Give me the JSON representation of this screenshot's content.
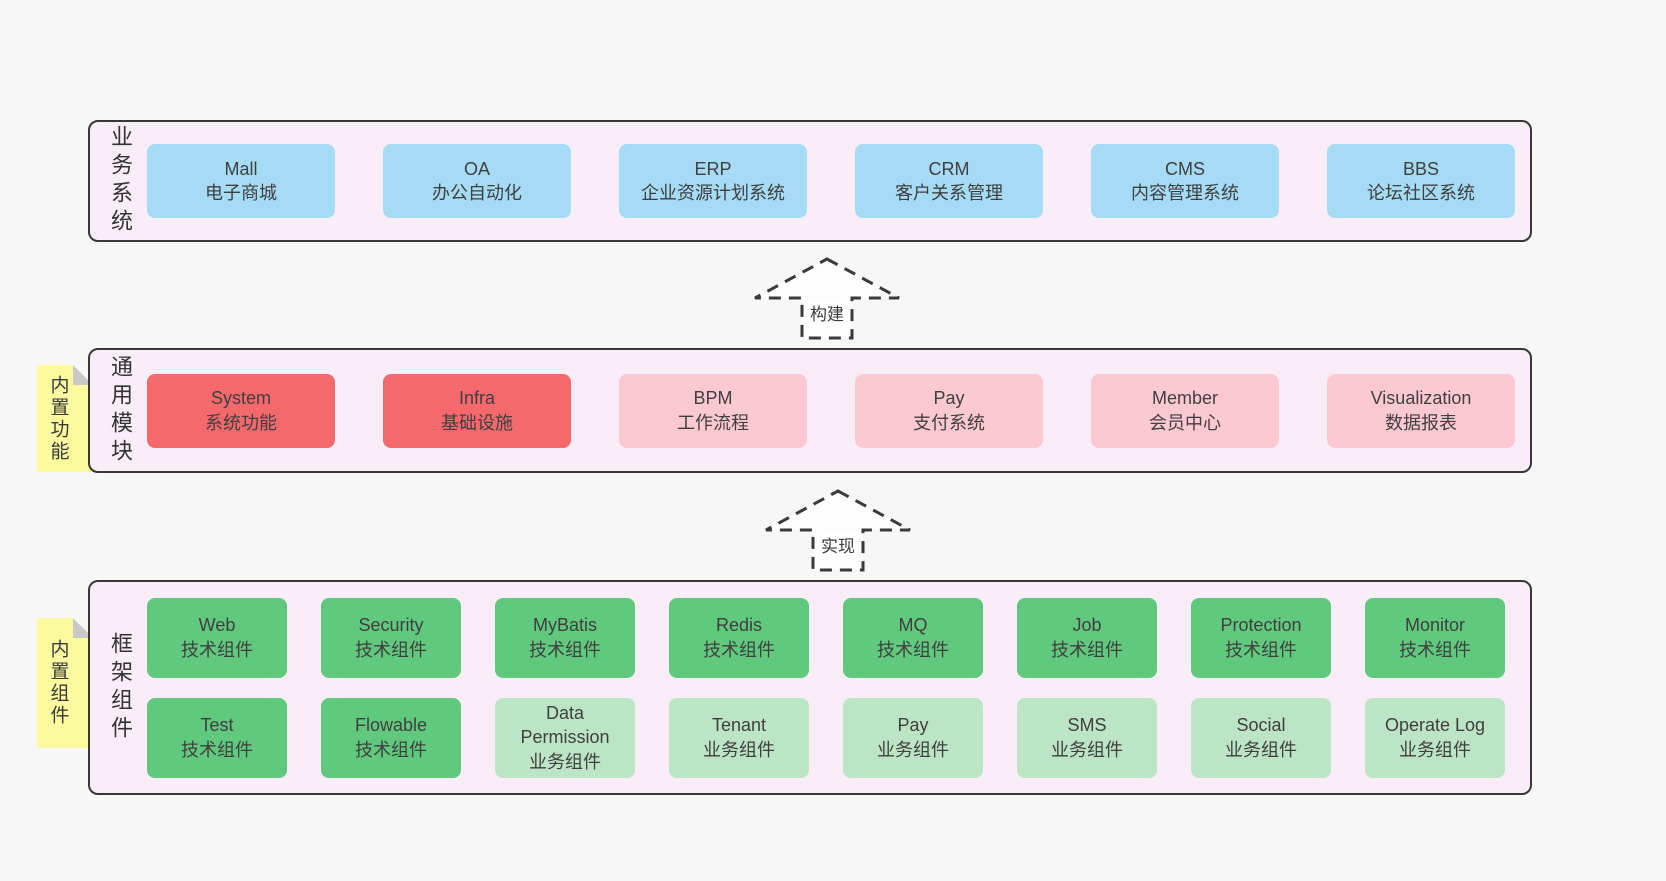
{
  "colors": {
    "background": "#f7f7f7",
    "band_fill": "#f9eef7",
    "band_border": "#383838",
    "blue_node": "#a6dbf5",
    "red_node": "#f5696d",
    "pink_node": "#fcc9d3",
    "green_node": "#61c97d",
    "light_green_node": "#bbe5c4",
    "sticky_yellow": "#fbfa9e",
    "text": "#3a3a3a"
  },
  "bands": {
    "business": {
      "label": "业务系统",
      "boxes": [
        {
          "name": "Mall",
          "desc": "电子商城"
        },
        {
          "name": "OA",
          "desc": "办公自动化"
        },
        {
          "name": "ERP",
          "desc": "企业资源计划系统"
        },
        {
          "name": "CRM",
          "desc": "客户关系管理"
        },
        {
          "name": "CMS",
          "desc": "内容管理系统"
        },
        {
          "name": "BBS",
          "desc": "论坛社区系统"
        }
      ]
    },
    "modules": {
      "label": "通用模块",
      "sticky": "内置功能",
      "boxes": [
        {
          "name": "System",
          "desc": "系统功能",
          "variant": "red"
        },
        {
          "name": "Infra",
          "desc": "基础设施",
          "variant": "red"
        },
        {
          "name": "BPM",
          "desc": "工作流程",
          "variant": "pink"
        },
        {
          "name": "Pay",
          "desc": "支付系统",
          "variant": "pink"
        },
        {
          "name": "Member",
          "desc": "会员中心",
          "variant": "pink"
        },
        {
          "name": "Visualization",
          "desc": "数据报表",
          "variant": "pink"
        }
      ]
    },
    "components": {
      "label": "框架组件",
      "sticky": "内置组件",
      "row1": [
        {
          "name": "Web",
          "desc": "技术组件",
          "variant": "green"
        },
        {
          "name": "Security",
          "desc": "技术组件",
          "variant": "green"
        },
        {
          "name": "MyBatis",
          "desc": "技术组件",
          "variant": "green"
        },
        {
          "name": "Redis",
          "desc": "技术组件",
          "variant": "green"
        },
        {
          "name": "MQ",
          "desc": "技术组件",
          "variant": "green"
        },
        {
          "name": "Job",
          "desc": "技术组件",
          "variant": "green"
        },
        {
          "name": "Protection",
          "desc": "技术组件",
          "variant": "green"
        },
        {
          "name": "Monitor",
          "desc": "技术组件",
          "variant": "green"
        }
      ],
      "row2": [
        {
          "name": "Test",
          "desc": "技术组件",
          "variant": "green"
        },
        {
          "name": "Flowable",
          "desc": "技术组件",
          "variant": "green"
        },
        {
          "name": "Data Permission",
          "desc": "业务组件",
          "variant": "lightgreen"
        },
        {
          "name": "Tenant",
          "desc": "业务组件",
          "variant": "lightgreen"
        },
        {
          "name": "Pay",
          "desc": "业务组件",
          "variant": "lightgreen"
        },
        {
          "name": "SMS",
          "desc": "业务组件",
          "variant": "lightgreen"
        },
        {
          "name": "Social",
          "desc": "业务组件",
          "variant": "lightgreen"
        },
        {
          "name": "Operate Log",
          "desc": "业务组件",
          "variant": "lightgreen"
        }
      ]
    }
  },
  "arrows": [
    {
      "label": "构建"
    },
    {
      "label": "实现"
    }
  ]
}
